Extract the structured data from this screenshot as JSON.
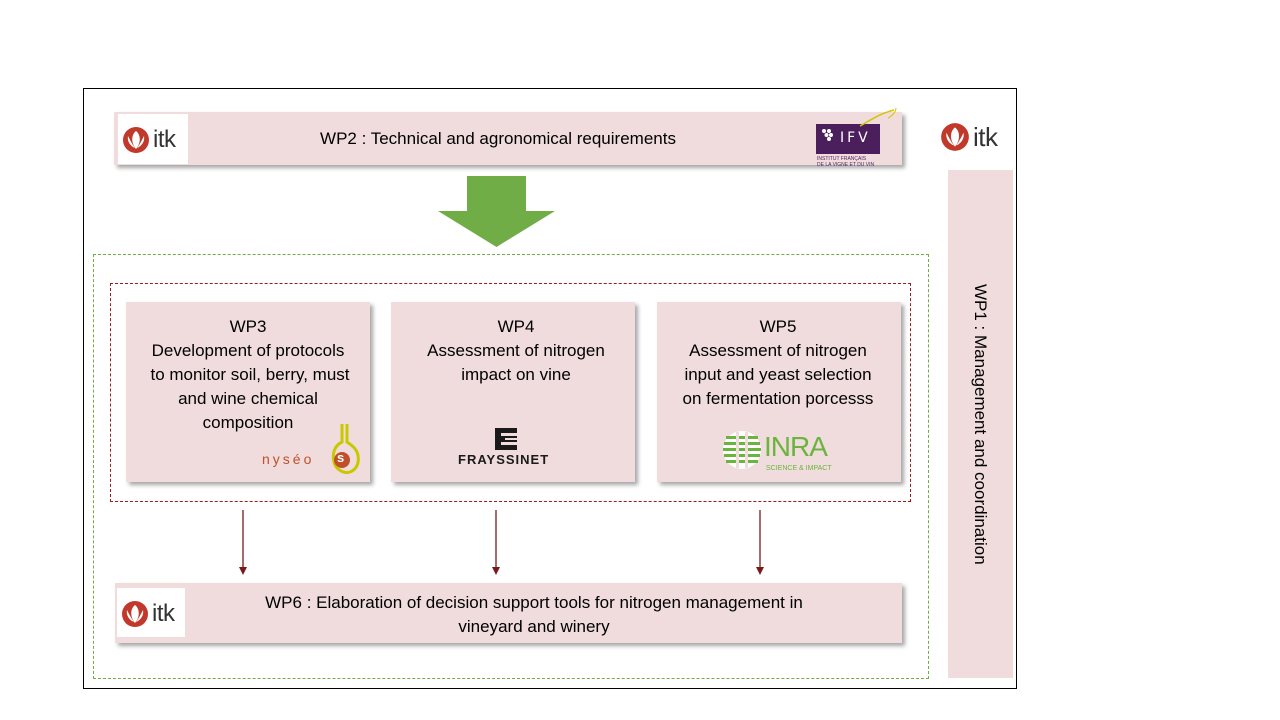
{
  "wp2": {
    "label": "WP2 : Technical and agronomical requirements"
  },
  "wp3": {
    "title": "WP3",
    "lines": [
      "Development of protocols",
      "to monitor soil, berry, must",
      "and wine chemical",
      "composition"
    ]
  },
  "wp4": {
    "title": "WP4",
    "lines": [
      "Assessment of nitrogen",
      "impact on vine"
    ]
  },
  "wp5": {
    "title": "WP5",
    "lines": [
      "Assessment of nitrogen",
      "input and yeast selection",
      "on fermentation porcesss"
    ]
  },
  "wp6": {
    "lines": [
      "WP6 : Elaboration of decision support tools for nitrogen management in",
      "vineyard and winery"
    ]
  },
  "wp1": {
    "label": "WP1 : Management and coordination"
  },
  "logos": {
    "itk": "itk",
    "ifv_mark": "IFV",
    "ifv_sub1": "INSTITUT FRANÇAIS",
    "ifv_sub2": "DE LA VIGNE ET DU VIN",
    "nyseos": "nyséo",
    "nyseos_s": "s",
    "frayssinet": "FRAYSSINET",
    "inra": "INRA",
    "inra_sub": "SCIENCE & IMPACT"
  },
  "colors": {
    "box_fill": "#f0dcdc",
    "arrow_green": "#70ad47",
    "dark_red": "#7b1a1a",
    "ifv_purple": "#4b1f5c",
    "itk_red": "#c0392b",
    "nyseos_yellow": "#c8c800",
    "nyseos_orange": "#c0502a",
    "inra_green": "#6bb43f"
  }
}
